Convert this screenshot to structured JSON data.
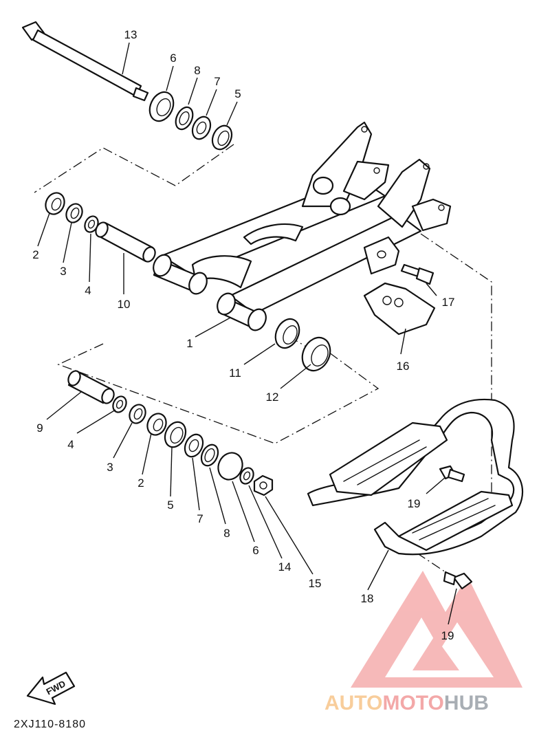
{
  "diagram": {
    "code": "2XJ110-8180",
    "fwd_label": "FWD",
    "callouts": [
      {
        "id": "c13a",
        "label": "13"
      },
      {
        "id": "c6a",
        "label": "6"
      },
      {
        "id": "c8a",
        "label": "8"
      },
      {
        "id": "c7a",
        "label": "7"
      },
      {
        "id": "c5a",
        "label": "5"
      },
      {
        "id": "c2a",
        "label": "2"
      },
      {
        "id": "c3a",
        "label": "3"
      },
      {
        "id": "c4a",
        "label": "4"
      },
      {
        "id": "c10",
        "label": "10"
      },
      {
        "id": "c1",
        "label": "1"
      },
      {
        "id": "c11",
        "label": "11"
      },
      {
        "id": "c12",
        "label": "12"
      },
      {
        "id": "c17",
        "label": "17"
      },
      {
        "id": "c16",
        "label": "16"
      },
      {
        "id": "c9",
        "label": "9"
      },
      {
        "id": "c4b",
        "label": "4"
      },
      {
        "id": "c3b",
        "label": "3"
      },
      {
        "id": "c2b",
        "label": "2"
      },
      {
        "id": "c5b",
        "label": "5"
      },
      {
        "id": "c7b",
        "label": "7"
      },
      {
        "id": "c8b",
        "label": "8"
      },
      {
        "id": "c6b",
        "label": "6"
      },
      {
        "id": "c14",
        "label": "14"
      },
      {
        "id": "c15",
        "label": "15"
      },
      {
        "id": "c19a",
        "label": "19"
      },
      {
        "id": "c18",
        "label": "18"
      },
      {
        "id": "c19b",
        "label": "19"
      }
    ]
  },
  "watermark": {
    "part1": "AUTO",
    "part2": "MOTO",
    "part3": "HUB",
    "color_auto": "#f7c58a",
    "color_moto": "#f19a9a",
    "color_hub": "#9aa0a8",
    "triangle_color": "#f08080"
  }
}
